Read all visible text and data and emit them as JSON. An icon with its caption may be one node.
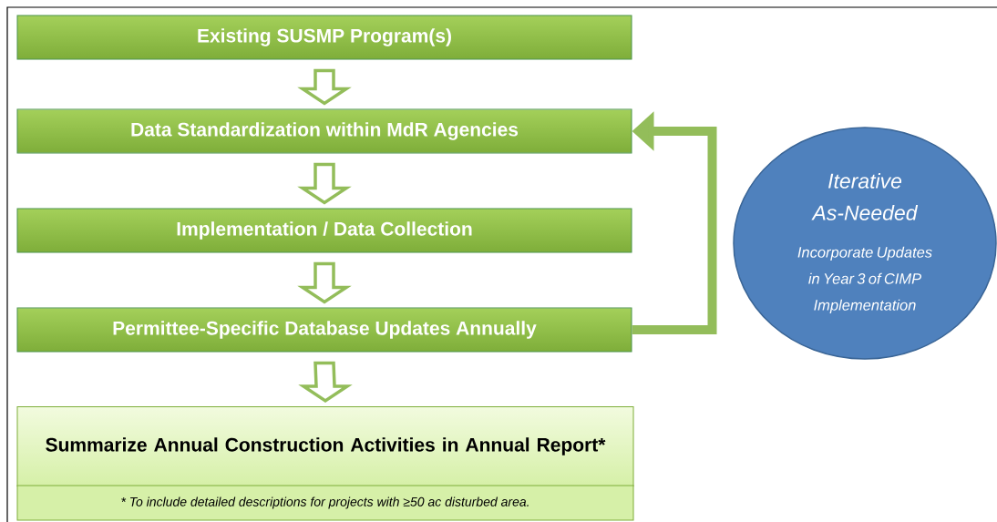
{
  "diagram": {
    "nodes": [
      {
        "text": [
          "Existing SUSMP Program(s)"
        ]
      },
      {
        "text": [
          "Data Standardization within MdR Agencies"
        ]
      },
      {
        "text": [
          "Implementation / Data Collection"
        ]
      },
      {
        "text": [
          "Permittee-Specific Database Updates Annually"
        ]
      },
      {
        "text": [
          "Summarize Annual Construction Activities in Annual Report*"
        ]
      },
      {
        "text": [
          "* To include detailed descriptions for projects with ≥50 ac disturbed area."
        ]
      },
      {
        "text": [
          "Iterative As-Needed",
          "Incorporate Updates in Year 3 of CIMP Implementation"
        ]
      }
    ],
    "edges": [
      {
        "from": 0,
        "to": 1,
        "arrow": "to"
      },
      {
        "from": 1,
        "to": 2,
        "arrow": "to"
      },
      {
        "from": 2,
        "to": 3,
        "arrow": "to"
      },
      {
        "from": 3,
        "to": 4,
        "arrow": "to"
      },
      {
        "from": 3,
        "to": 1,
        "arrow": "to"
      }
    ]
  }
}
